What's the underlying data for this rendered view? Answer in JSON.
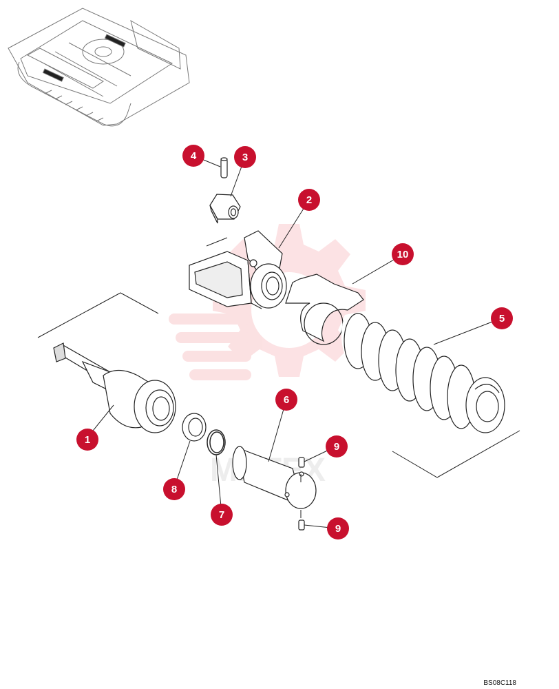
{
  "diagram": {
    "reference_code": "BS08C118",
    "watermark_text": "MHTEX",
    "callout_color": "#c8102e",
    "callouts": [
      "1",
      "2",
      "3",
      "4",
      "5",
      "6",
      "7",
      "8",
      "9",
      "9",
      "10"
    ]
  }
}
